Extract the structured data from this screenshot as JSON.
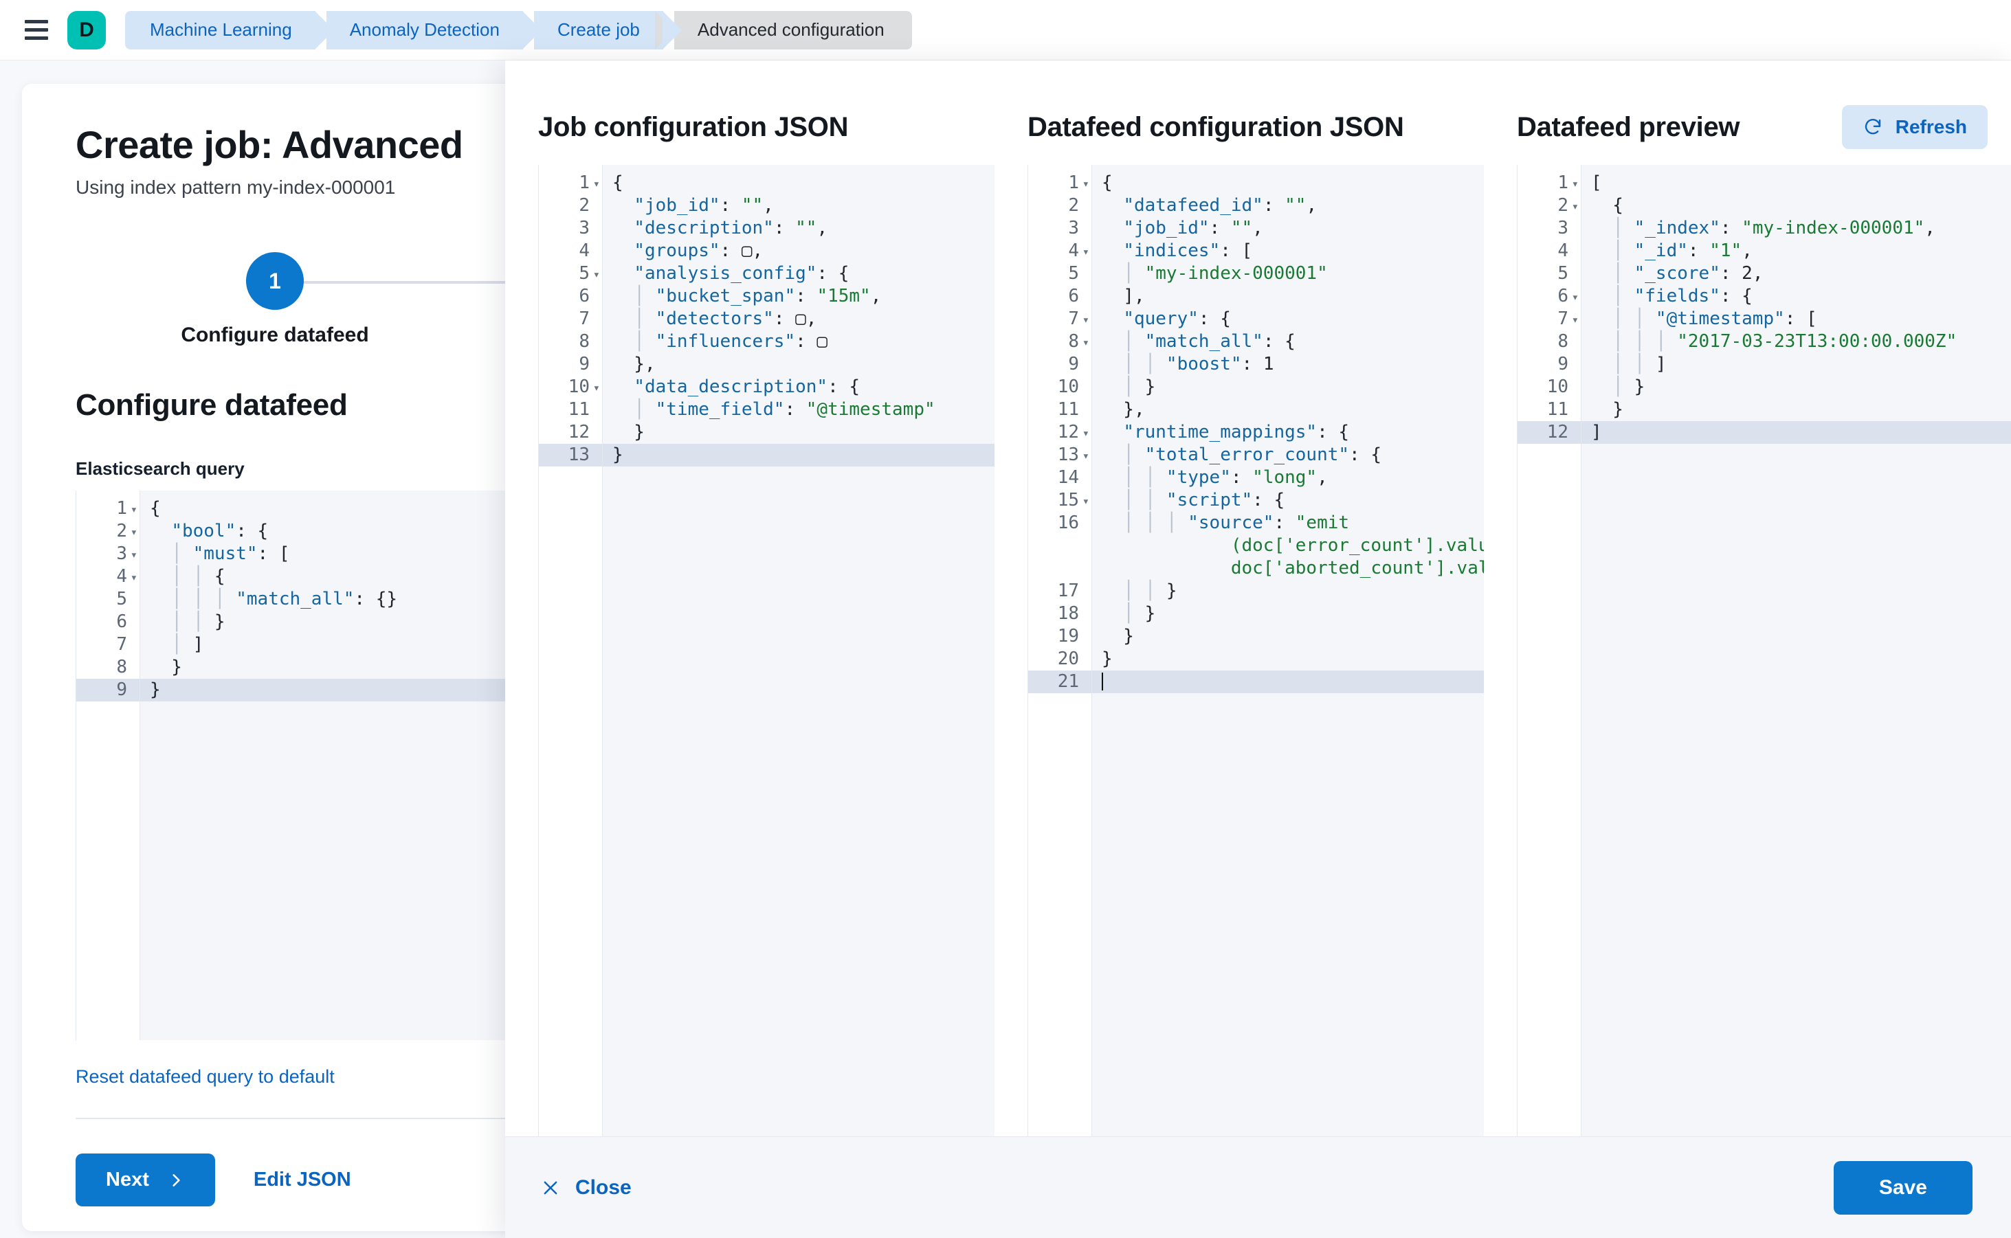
{
  "topnav": {
    "menu_icon": "hamburger-menu-icon",
    "deployment_initial": "D",
    "breadcrumbs": [
      {
        "label": "Machine Learning",
        "active": false
      },
      {
        "label": "Anomaly Detection",
        "active": false
      },
      {
        "label": "Create job",
        "active": false
      },
      {
        "label": "Advanced configuration",
        "active": true
      }
    ]
  },
  "page": {
    "title": "Create job: Advanced",
    "subtitle": "Using index pattern my-index-000001",
    "step_number": "1",
    "step_label": "Configure datafeed",
    "section_title": "Configure datafeed",
    "field_label": "Elasticsearch query",
    "reset_link": "Reset datafeed query to default",
    "next_label": "Next",
    "next_icon": "chevron-right-icon",
    "edit_json_label": "Edit JSON"
  },
  "es_query_editor": {
    "active_line": 9,
    "lines": [
      {
        "n": "1",
        "fold": true,
        "tokens": [
          {
            "t": "p",
            "v": "{"
          }
        ]
      },
      {
        "n": "2",
        "fold": true,
        "tokens": [
          {
            "t": "p",
            "v": "  "
          },
          {
            "t": "k",
            "v": "\"bool\""
          },
          {
            "t": "p",
            "v": ": {"
          }
        ]
      },
      {
        "n": "3",
        "fold": true,
        "tokens": [
          {
            "t": "g",
            "v": "  │ "
          },
          {
            "t": "k",
            "v": "\"must\""
          },
          {
            "t": "p",
            "v": ": ["
          }
        ]
      },
      {
        "n": "4",
        "fold": true,
        "tokens": [
          {
            "t": "g",
            "v": "  │ │ "
          },
          {
            "t": "p",
            "v": "{"
          }
        ]
      },
      {
        "n": "5",
        "fold": false,
        "tokens": [
          {
            "t": "g",
            "v": "  │ │ │ "
          },
          {
            "t": "k",
            "v": "\"match_all\""
          },
          {
            "t": "p",
            "v": ": {}"
          }
        ]
      },
      {
        "n": "6",
        "fold": false,
        "tokens": [
          {
            "t": "g",
            "v": "  │ │ "
          },
          {
            "t": "p",
            "v": "}"
          }
        ]
      },
      {
        "n": "7",
        "fold": false,
        "tokens": [
          {
            "t": "g",
            "v": "  │ "
          },
          {
            "t": "p",
            "v": "]"
          }
        ]
      },
      {
        "n": "8",
        "fold": false,
        "tokens": [
          {
            "t": "p",
            "v": "  }"
          }
        ]
      },
      {
        "n": "9",
        "fold": false,
        "tokens": [
          {
            "t": "p",
            "v": "}"
          }
        ]
      }
    ]
  },
  "flyout": {
    "job_config": {
      "title": "Job configuration JSON",
      "active_line": 13,
      "lines": [
        {
          "n": "1",
          "fold": true,
          "tokens": [
            {
              "t": "p",
              "v": "{"
            }
          ]
        },
        {
          "n": "2",
          "fold": false,
          "tokens": [
            {
              "t": "p",
              "v": "  "
            },
            {
              "t": "k",
              "v": "\"job_id\""
            },
            {
              "t": "p",
              "v": ": "
            },
            {
              "t": "s",
              "v": "\"\""
            },
            {
              "t": "p",
              "v": ","
            }
          ]
        },
        {
          "n": "3",
          "fold": false,
          "tokens": [
            {
              "t": "p",
              "v": "  "
            },
            {
              "t": "k",
              "v": "\"description\""
            },
            {
              "t": "p",
              "v": ": "
            },
            {
              "t": "s",
              "v": "\"\""
            },
            {
              "t": "p",
              "v": ","
            }
          ]
        },
        {
          "n": "4",
          "fold": false,
          "tokens": [
            {
              "t": "p",
              "v": "  "
            },
            {
              "t": "k",
              "v": "\"groups\""
            },
            {
              "t": "p",
              "v": ": ▢,"
            }
          ]
        },
        {
          "n": "5",
          "fold": true,
          "tokens": [
            {
              "t": "p",
              "v": "  "
            },
            {
              "t": "k",
              "v": "\"analysis_config\""
            },
            {
              "t": "p",
              "v": ": {"
            }
          ]
        },
        {
          "n": "6",
          "fold": false,
          "tokens": [
            {
              "t": "g",
              "v": "  │ "
            },
            {
              "t": "k",
              "v": "\"bucket_span\""
            },
            {
              "t": "p",
              "v": ": "
            },
            {
              "t": "s",
              "v": "\"15m\""
            },
            {
              "t": "p",
              "v": ","
            }
          ]
        },
        {
          "n": "7",
          "fold": false,
          "tokens": [
            {
              "t": "g",
              "v": "  │ "
            },
            {
              "t": "k",
              "v": "\"detectors\""
            },
            {
              "t": "p",
              "v": ": ▢,"
            }
          ]
        },
        {
          "n": "8",
          "fold": false,
          "tokens": [
            {
              "t": "g",
              "v": "  │ "
            },
            {
              "t": "k",
              "v": "\"influencers\""
            },
            {
              "t": "p",
              "v": ": ▢"
            }
          ]
        },
        {
          "n": "9",
          "fold": false,
          "tokens": [
            {
              "t": "p",
              "v": "  },"
            }
          ]
        },
        {
          "n": "10",
          "fold": true,
          "tokens": [
            {
              "t": "p",
              "v": "  "
            },
            {
              "t": "k",
              "v": "\"data_description\""
            },
            {
              "t": "p",
              "v": ": {"
            }
          ]
        },
        {
          "n": "11",
          "fold": false,
          "tokens": [
            {
              "t": "g",
              "v": "  │ "
            },
            {
              "t": "k",
              "v": "\"time_field\""
            },
            {
              "t": "p",
              "v": ": "
            },
            {
              "t": "s",
              "v": "\"@timestamp\""
            }
          ]
        },
        {
          "n": "12",
          "fold": false,
          "tokens": [
            {
              "t": "p",
              "v": "  }"
            }
          ]
        },
        {
          "n": "13",
          "fold": false,
          "tokens": [
            {
              "t": "p",
              "v": "}"
            }
          ]
        }
      ]
    },
    "datafeed_config": {
      "title": "Datafeed configuration JSON",
      "active_line": 21,
      "lines": [
        {
          "n": "1",
          "fold": true,
          "tokens": [
            {
              "t": "p",
              "v": "{"
            }
          ]
        },
        {
          "n": "2",
          "fold": false,
          "tokens": [
            {
              "t": "p",
              "v": "  "
            },
            {
              "t": "k",
              "v": "\"datafeed_id\""
            },
            {
              "t": "p",
              "v": ": "
            },
            {
              "t": "s",
              "v": "\"\""
            },
            {
              "t": "p",
              "v": ","
            }
          ]
        },
        {
          "n": "3",
          "fold": false,
          "tokens": [
            {
              "t": "p",
              "v": "  "
            },
            {
              "t": "k",
              "v": "\"job_id\""
            },
            {
              "t": "p",
              "v": ": "
            },
            {
              "t": "s",
              "v": "\"\""
            },
            {
              "t": "p",
              "v": ","
            }
          ]
        },
        {
          "n": "4",
          "fold": true,
          "tokens": [
            {
              "t": "p",
              "v": "  "
            },
            {
              "t": "k",
              "v": "\"indices\""
            },
            {
              "t": "p",
              "v": ": ["
            }
          ]
        },
        {
          "n": "5",
          "fold": false,
          "tokens": [
            {
              "t": "g",
              "v": "  │ "
            },
            {
              "t": "s",
              "v": "\"my-index-000001\""
            }
          ]
        },
        {
          "n": "6",
          "fold": false,
          "tokens": [
            {
              "t": "p",
              "v": "  ],"
            }
          ]
        },
        {
          "n": "7",
          "fold": true,
          "tokens": [
            {
              "t": "p",
              "v": "  "
            },
            {
              "t": "k",
              "v": "\"query\""
            },
            {
              "t": "p",
              "v": ": {"
            }
          ]
        },
        {
          "n": "8",
          "fold": true,
          "tokens": [
            {
              "t": "g",
              "v": "  │ "
            },
            {
              "t": "k",
              "v": "\"match_all\""
            },
            {
              "t": "p",
              "v": ": {"
            }
          ]
        },
        {
          "n": "9",
          "fold": false,
          "tokens": [
            {
              "t": "g",
              "v": "  │ │ "
            },
            {
              "t": "k",
              "v": "\"boost\""
            },
            {
              "t": "p",
              "v": ": "
            },
            {
              "t": "n",
              "v": "1"
            }
          ]
        },
        {
          "n": "10",
          "fold": false,
          "tokens": [
            {
              "t": "g",
              "v": "  │ "
            },
            {
              "t": "p",
              "v": "}"
            }
          ]
        },
        {
          "n": "11",
          "fold": false,
          "tokens": [
            {
              "t": "p",
              "v": "  },"
            }
          ]
        },
        {
          "n": "12",
          "fold": true,
          "tokens": [
            {
              "t": "p",
              "v": "  "
            },
            {
              "t": "k",
              "v": "\"runtime_mappings\""
            },
            {
              "t": "p",
              "v": ": {"
            }
          ]
        },
        {
          "n": "13",
          "fold": true,
          "tokens": [
            {
              "t": "g",
              "v": "  │ "
            },
            {
              "t": "k",
              "v": "\"total_error_count\""
            },
            {
              "t": "p",
              "v": ": {"
            }
          ]
        },
        {
          "n": "14",
          "fold": false,
          "tokens": [
            {
              "t": "g",
              "v": "  │ │ "
            },
            {
              "t": "k",
              "v": "\"type\""
            },
            {
              "t": "p",
              "v": ": "
            },
            {
              "t": "s",
              "v": "\"long\""
            },
            {
              "t": "p",
              "v": ","
            }
          ]
        },
        {
          "n": "15",
          "fold": true,
          "tokens": [
            {
              "t": "g",
              "v": "  │ │ "
            },
            {
              "t": "k",
              "v": "\"script\""
            },
            {
              "t": "p",
              "v": ": {"
            }
          ]
        },
        {
          "n": "16",
          "fold": false,
          "wrap": true,
          "tokens": [
            {
              "t": "g",
              "v": "  │ │ │ "
            },
            {
              "t": "k",
              "v": "\"source\""
            },
            {
              "t": "p",
              "v": ": "
            },
            {
              "t": "s",
              "v": "\"emit"
            },
            {
              "t": "br",
              "v": ""
            },
            {
              "t": "s",
              "v": "            (doc['error_count'].value +"
            },
            {
              "t": "br",
              "v": ""
            },
            {
              "t": "s",
              "v": "            doc['aborted_count'].value)\""
            }
          ]
        },
        {
          "n": "17",
          "fold": false,
          "tokens": [
            {
              "t": "g",
              "v": "  │ │ "
            },
            {
              "t": "p",
              "v": "}"
            }
          ]
        },
        {
          "n": "18",
          "fold": false,
          "tokens": [
            {
              "t": "g",
              "v": "  │ "
            },
            {
              "t": "p",
              "v": "}"
            }
          ]
        },
        {
          "n": "19",
          "fold": false,
          "tokens": [
            {
              "t": "p",
              "v": "  }"
            }
          ]
        },
        {
          "n": "20",
          "fold": false,
          "tokens": [
            {
              "t": "p",
              "v": "}"
            }
          ]
        },
        {
          "n": "21",
          "fold": false,
          "caret": true,
          "tokens": []
        }
      ]
    },
    "datafeed_preview": {
      "title": "Datafeed preview",
      "refresh_label": "Refresh",
      "refresh_icon": "refresh-icon",
      "active_line": 12,
      "lines": [
        {
          "n": "1",
          "fold": true,
          "tokens": [
            {
              "t": "p",
              "v": "["
            }
          ]
        },
        {
          "n": "2",
          "fold": true,
          "tokens": [
            {
              "t": "p",
              "v": "  {"
            }
          ]
        },
        {
          "n": "3",
          "fold": false,
          "tokens": [
            {
              "t": "g",
              "v": "  │ "
            },
            {
              "t": "k",
              "v": "\"_index\""
            },
            {
              "t": "p",
              "v": ": "
            },
            {
              "t": "s",
              "v": "\"my-index-000001\""
            },
            {
              "t": "p",
              "v": ","
            }
          ]
        },
        {
          "n": "4",
          "fold": false,
          "tokens": [
            {
              "t": "g",
              "v": "  │ "
            },
            {
              "t": "k",
              "v": "\"_id\""
            },
            {
              "t": "p",
              "v": ": "
            },
            {
              "t": "s",
              "v": "\"1\""
            },
            {
              "t": "p",
              "v": ","
            }
          ]
        },
        {
          "n": "5",
          "fold": false,
          "tokens": [
            {
              "t": "g",
              "v": "  │ "
            },
            {
              "t": "k",
              "v": "\"_score\""
            },
            {
              "t": "p",
              "v": ": "
            },
            {
              "t": "n",
              "v": "2"
            },
            {
              "t": "p",
              "v": ","
            }
          ]
        },
        {
          "n": "6",
          "fold": true,
          "tokens": [
            {
              "t": "g",
              "v": "  │ "
            },
            {
              "t": "k",
              "v": "\"fields\""
            },
            {
              "t": "p",
              "v": ": {"
            }
          ]
        },
        {
          "n": "7",
          "fold": true,
          "tokens": [
            {
              "t": "g",
              "v": "  │ │ "
            },
            {
              "t": "k",
              "v": "\"@timestamp\""
            },
            {
              "t": "p",
              "v": ": ["
            }
          ]
        },
        {
          "n": "8",
          "fold": false,
          "tokens": [
            {
              "t": "g",
              "v": "  │ │ │ "
            },
            {
              "t": "s",
              "v": "\"2017-03-23T13:00:00.000Z\""
            }
          ]
        },
        {
          "n": "9",
          "fold": false,
          "tokens": [
            {
              "t": "g",
              "v": "  │ │ "
            },
            {
              "t": "p",
              "v": "]"
            }
          ]
        },
        {
          "n": "10",
          "fold": false,
          "tokens": [
            {
              "t": "g",
              "v": "  │ "
            },
            {
              "t": "p",
              "v": "}"
            }
          ]
        },
        {
          "n": "11",
          "fold": false,
          "tokens": [
            {
              "t": "p",
              "v": "  }"
            }
          ]
        },
        {
          "n": "12",
          "fold": false,
          "tokens": [
            {
              "t": "p",
              "v": "]"
            }
          ]
        }
      ]
    },
    "footer": {
      "close_label": "Close",
      "close_icon": "close-x-icon",
      "save_label": "Save"
    }
  },
  "colors": {
    "primary": "#0b77cd",
    "link": "#0b64c0",
    "brand_teal": "#00bfb3",
    "breadcrumb_bg": "#d3e5f7",
    "breadcrumb_active_bg": "#dcdedf",
    "editor_bg": "#f4f6fa",
    "active_line": "#dbe2ed",
    "json_key": "#1565a0",
    "json_string": "#1a7a33"
  }
}
